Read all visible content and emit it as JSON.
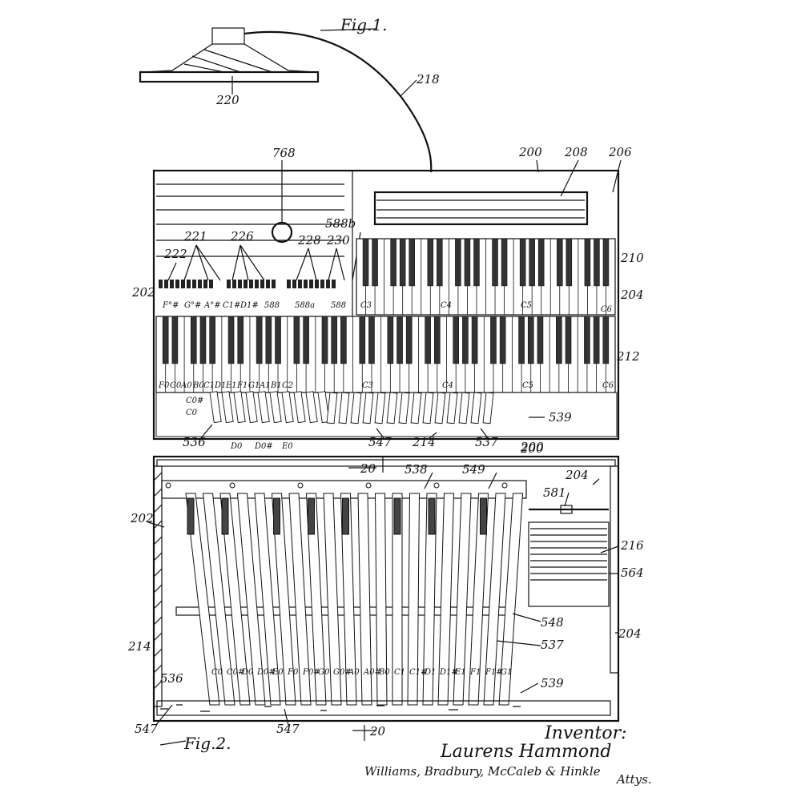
{
  "fig1": {
    "title": "Fig.1.",
    "labels": {
      "speaker": "220",
      "cable": "218",
      "top_rail": "200",
      "panel": "208",
      "cabinet": "206",
      "knob": "768",
      "lead_221": "221",
      "lead_226": "226",
      "lead_222": "222",
      "lead_228": "228",
      "lead_230": "230",
      "lead_588b": "588b",
      "lead_202": "202",
      "lead_210": "210",
      "lead_204": "204",
      "lead_212": "212",
      "lead_539": "539",
      "lead_536": "536",
      "lead_547": "547",
      "lead_214": "214",
      "lead_537": "537",
      "lead_200b": "200"
    },
    "upper_notes": [
      "F°#",
      "G°#",
      "A°#",
      "C1#",
      "D1#",
      "588",
      "588a",
      "588",
      "C3",
      "C4",
      "C5",
      "C6"
    ],
    "lower_notes": [
      "F0",
      "G0",
      "A0",
      "B0",
      "C1",
      "D1",
      "E1",
      "F1",
      "G1",
      "A1",
      "B1",
      "C2",
      "C3",
      "C4",
      "C5",
      "C6"
    ],
    "pedal_notes": [
      "C0#",
      "C0",
      "D0",
      "D0#",
      "E0"
    ]
  },
  "fig2": {
    "title": "Fig.2.",
    "labels": {
      "section_top": "20",
      "section_bottom": "20",
      "lead_538": "538",
      "lead_549": "549",
      "lead_200": "200",
      "lead_204": "204",
      "lead_581": "581",
      "lead_202": "202",
      "lead_216": "216",
      "lead_564": "564",
      "lead_548": "548",
      "lead_537": "537",
      "lead_204b": "204",
      "lead_214": "214",
      "lead_536": "536",
      "lead_539": "539",
      "lead_547a": "547",
      "lead_547b": "547"
    },
    "pedal_notes": [
      "C0",
      "C0#",
      "D0",
      "D0#",
      "E0",
      "F0",
      "F0#",
      "G0",
      "G0#",
      "A0",
      "A0#",
      "B0",
      "C1",
      "C1#",
      "D1",
      "D1#",
      "E1",
      "F1",
      "F1#",
      "G1"
    ]
  },
  "signature": {
    "heading": "Inventor:",
    "inventor": "Laurens Hammond",
    "attorneys": "Williams, Bradbury, McCaleb & Hinkle",
    "suffix": "Attys."
  }
}
